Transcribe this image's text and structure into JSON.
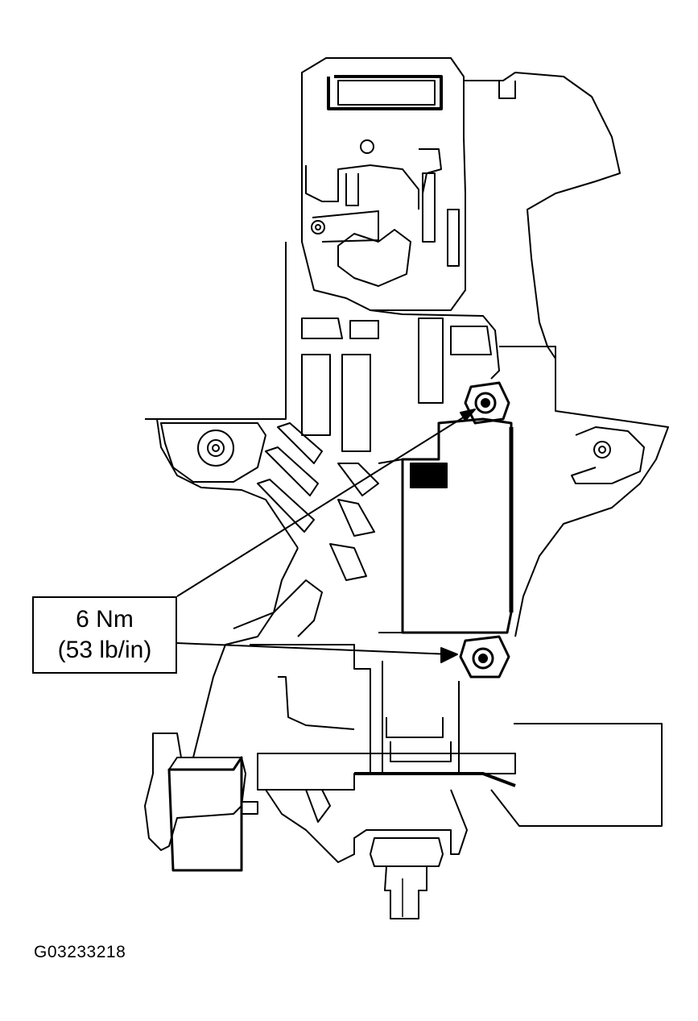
{
  "callout": {
    "torque_metric": "6 Nm",
    "torque_imperial": "(53 lb/in)"
  },
  "figure": {
    "id": "G03233218"
  },
  "colors": {
    "line": "#000000",
    "background": "#ffffff"
  }
}
